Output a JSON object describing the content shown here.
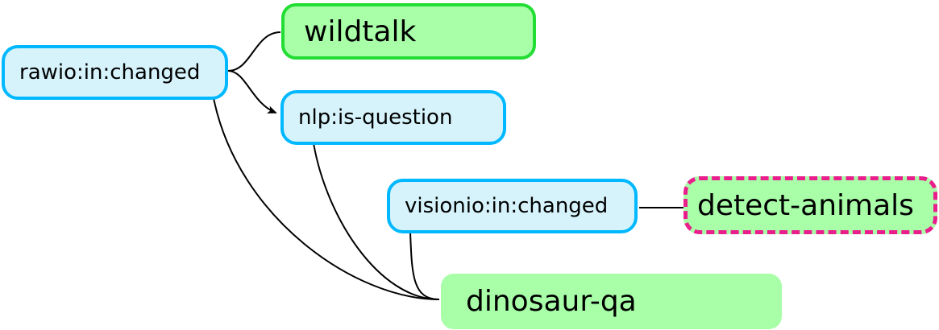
{
  "nodes": {
    "rawio_in_changed": "rawio:in:changed",
    "wildtalk": "wildtalk",
    "nlp_is_question": "nlp:is-question",
    "visionio_in_changed": "visionio:in:changed",
    "detect_animals": "detect-animals",
    "dinosaur_qa": "dinosaur-qa"
  },
  "colors": {
    "property_fill": "#d6f3fb",
    "property_border": "#00b8ff",
    "state_fill": "#a8ffa8",
    "active_state_border": "#22dd33",
    "spike_border": "#e91e8c",
    "edge": "#000000"
  }
}
